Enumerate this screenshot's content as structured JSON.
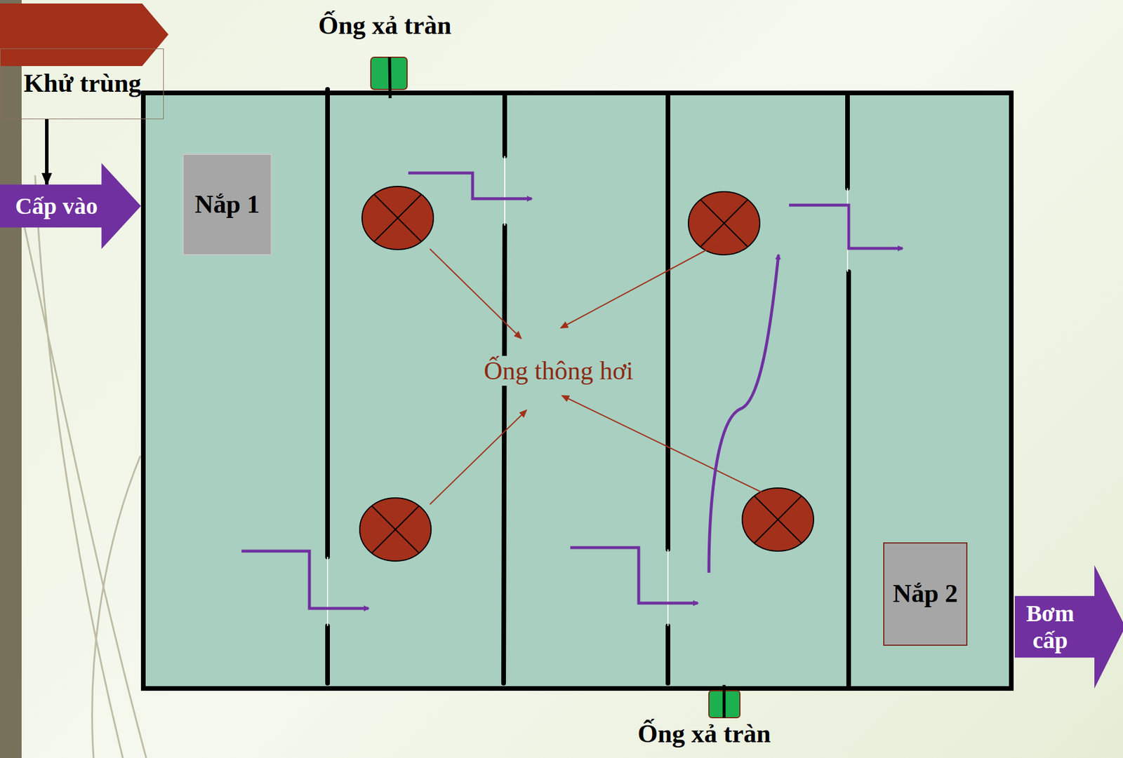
{
  "diagram": {
    "nodes": [
      {
        "text": [
          "Khử trùng"
        ]
      },
      {
        "text": [
          "Cấp vào"
        ]
      },
      {
        "text": [
          "Nắp 1"
        ]
      },
      {
        "text": [
          "Nắp 2"
        ]
      },
      {
        "text": [
          "Bơm cấp"
        ]
      }
    ],
    "edges": [
      {
        "from": 0,
        "to": 1,
        "arrow": "to"
      }
    ],
    "labels": [
      "Ống xả tràn",
      "Ống thông hơi",
      "Ống xả tràn"
    ]
  }
}
